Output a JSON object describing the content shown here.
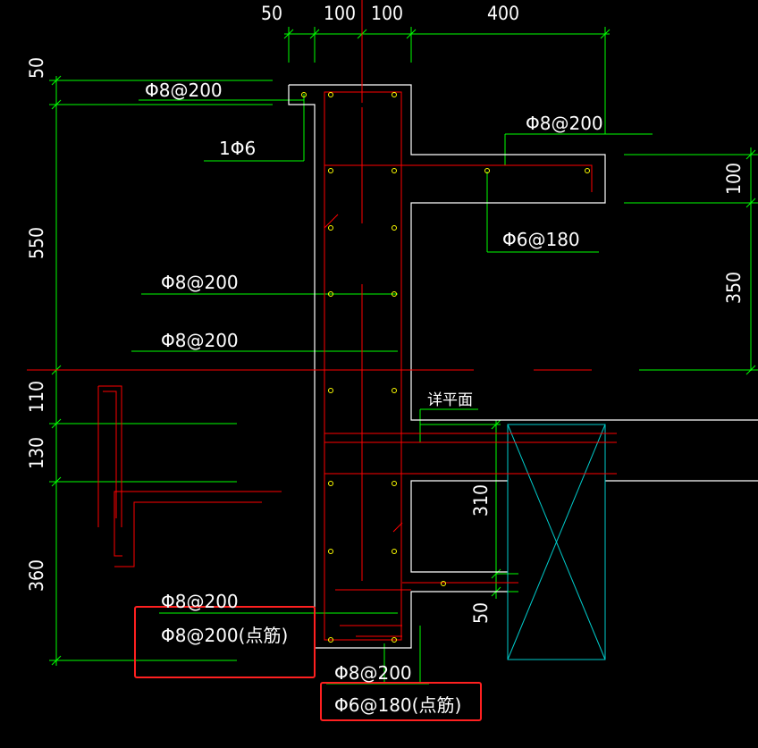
{
  "colors": {
    "background": "#000000",
    "outline": "#ffffff",
    "dimension": "#00ff00",
    "rebar": "#ff0000",
    "rebar_dot": "#ffff00",
    "void_box": "#00cccc",
    "highlight": "#ff2020"
  },
  "dimensions": {
    "top": [
      "50",
      "100",
      "100",
      "400"
    ],
    "left": [
      "50",
      "550",
      "110",
      "130",
      "360"
    ],
    "right": [
      "100",
      "350"
    ],
    "inner_310": "310",
    "inner_50": "50"
  },
  "labels": {
    "phi8_200_top": "Φ8@200",
    "one_phi6": "1Φ6",
    "phi8_200_right": "Φ8@200",
    "phi6_180_right": "Φ6@180",
    "phi8_200_mid1": "Φ8@200",
    "phi8_200_mid2": "Φ8@200",
    "see_plan": "详平面",
    "phi8_200_bottom": "Φ8@200",
    "phi8_200_spot": "Φ8@200(点筋)",
    "phi8_200_under": "Φ8@200",
    "phi6_180_spot": "Φ6@180(点筋)"
  }
}
